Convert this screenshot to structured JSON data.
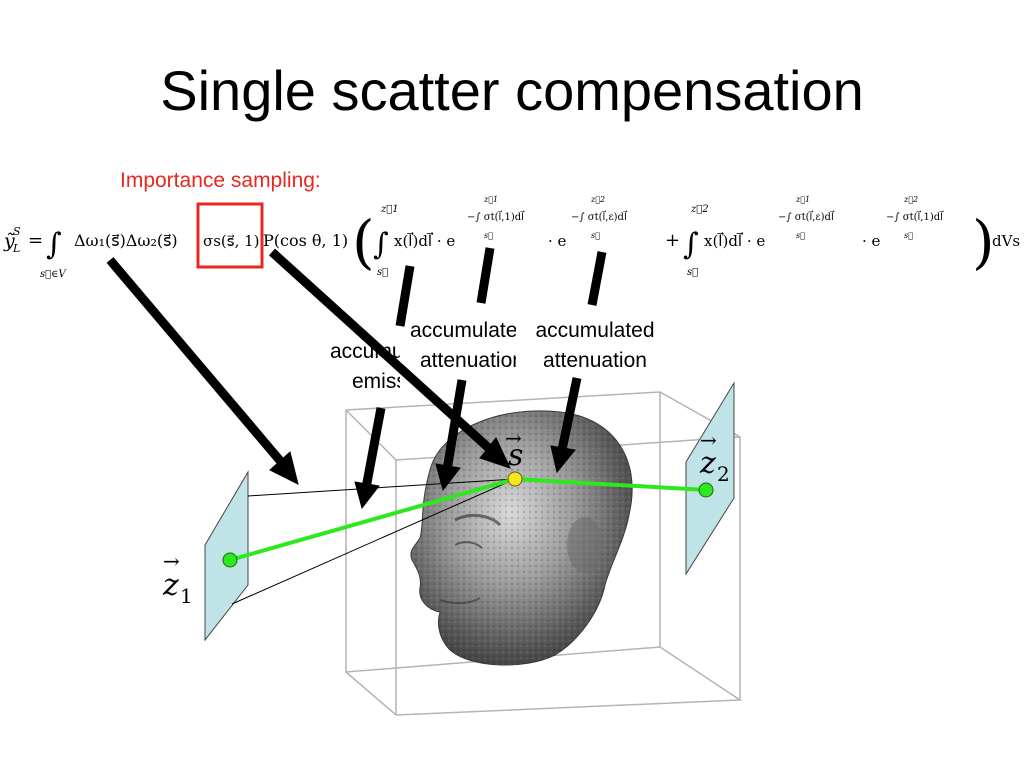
{
  "title": "Single scatter compensation",
  "subtitle": "Importance sampling:",
  "equation": {
    "lhs": "ỹ",
    "lhs_sup": "S",
    "lhs_sub": "L",
    "eq": "=",
    "int_sub": "s⃗∈V",
    "term_omega": "Δω₁(s⃗)Δω₂(s⃗)",
    "term_sigma": "σs(s⃗, 1)",
    "term_phase": "P(cos θ, 1)",
    "int1_top": "z⃗1",
    "int1_bot": "s⃗",
    "emission1": "x(l⃗)dl⃗ · e",
    "exp1": "−∫ σt(l⃗,1)dl⃗",
    "exp1_top": "z⃗1",
    "exp1_bot": "s⃗",
    "dot": "· e",
    "exp2": "−∫ σt(l⃗,ε)dl⃗",
    "exp2_top": "z⃗2",
    "exp2_bot": "s⃗",
    "plus": "+",
    "int2_top": "z⃗2",
    "int2_bot": "s⃗",
    "emission2": "x(l⃗)dl⃗ · e",
    "exp3": "−∫ σt(l⃗,ε)dl⃗",
    "exp3_top": "z⃗1",
    "exp3_bot": "s⃗",
    "dot2": "· e",
    "exp4": "−∫ σt(l⃗,1)dl⃗",
    "exp4_top": "z⃗2",
    "exp4_bot": "s⃗",
    "tail": "dVs"
  },
  "labels": {
    "emission_line1": "accumulated",
    "emission_line2": "emission",
    "atten_a_line1": "accumulated",
    "atten_a_line2": "attenuation",
    "atten_b_line1": "accumulated",
    "atten_b_line2": "attenuation"
  },
  "points": {
    "s": "s",
    "z1": "z",
    "z1_sub": "1",
    "z2": "z",
    "z2_sub": "2"
  },
  "colors": {
    "title": "#000000",
    "subtitle": "#e8281e",
    "highlight_box": "#e8281e",
    "ray": "#2ee81e",
    "detector": "#bfe3e6",
    "scatter_point": "#f5e61e"
  }
}
